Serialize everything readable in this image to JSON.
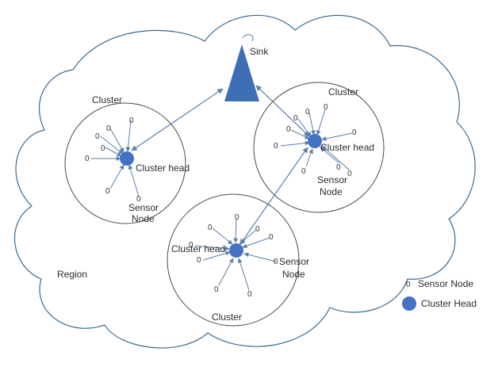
{
  "labels": {
    "sink": "Sink",
    "cluster_1": "Cluster",
    "cluster_2": "Cluster",
    "cluster_3": "Cluster",
    "cluster_head_1": "Cluster head",
    "cluster_head_2": "Cluster head",
    "cluster_head_3": "Cluster head",
    "sensor_node_1": "Sensor",
    "sensor_node_1b": "Node",
    "sensor_node_2": "Sensor",
    "sensor_node_2b": "Node",
    "sensor_node_3": "Sensor",
    "sensor_node_3b": "Node",
    "region": "Region",
    "node_glyph": "0"
  },
  "legend": {
    "sensor_node_symbol": "0",
    "sensor_node_label": "Sensor Node",
    "cluster_head_label": "Cluster Head"
  },
  "colors": {
    "cloud_stroke": "#3d6a8f",
    "circle_stroke": "#4a4a4a",
    "arrow": "#5b7fa8",
    "head_fill": "#4472c4",
    "sink_fill": "#3e6fb5"
  }
}
